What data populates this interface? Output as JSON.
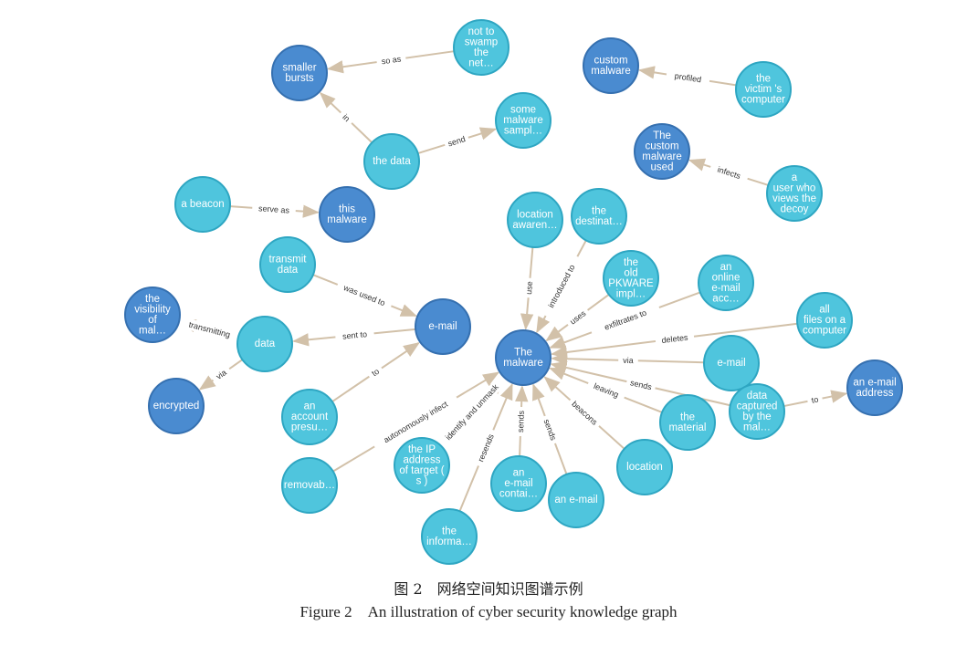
{
  "colors": {
    "entity": "#4A8BD0",
    "entity_stroke": "#3570B0",
    "value": "#4FC5DD",
    "value_stroke": "#2EA6C2",
    "edge": "#D2C1A9"
  },
  "nodes": [
    {
      "id": "smaller-bursts",
      "type": "entity",
      "lines": [
        "smaller",
        "bursts"
      ]
    },
    {
      "id": "not-to-swamp",
      "type": "value",
      "lines": [
        "not to",
        "swamp",
        "the",
        "net…"
      ]
    },
    {
      "id": "the-data",
      "type": "value",
      "lines": [
        "the data"
      ]
    },
    {
      "id": "some-malware",
      "type": "value",
      "lines": [
        "some",
        "malware",
        "sampl…"
      ]
    },
    {
      "id": "custom-malware",
      "type": "entity",
      "lines": [
        "custom",
        "malware"
      ]
    },
    {
      "id": "victims-computer",
      "type": "value",
      "lines": [
        "the",
        "victim 's",
        "computer"
      ]
    },
    {
      "id": "the-custom-malware-used",
      "type": "entity",
      "lines": [
        "The",
        "custom",
        "malware",
        "used"
      ]
    },
    {
      "id": "user-views-decoy",
      "type": "value",
      "lines": [
        "a",
        "user who",
        "views the",
        "decoy"
      ]
    },
    {
      "id": "a-beacon",
      "type": "value",
      "lines": [
        "a beacon"
      ]
    },
    {
      "id": "this-malware",
      "type": "entity",
      "lines": [
        "this",
        "malware"
      ]
    },
    {
      "id": "transmit-data",
      "type": "value",
      "lines": [
        "transmit",
        "data"
      ]
    },
    {
      "id": "email",
      "type": "entity",
      "lines": [
        "e-mail"
      ]
    },
    {
      "id": "visibility",
      "type": "entity",
      "lines": [
        "the",
        "visibility",
        "of",
        "mal…"
      ]
    },
    {
      "id": "data",
      "type": "value",
      "lines": [
        "data"
      ]
    },
    {
      "id": "encrypted",
      "type": "entity",
      "lines": [
        "encrypted"
      ]
    },
    {
      "id": "account",
      "type": "value",
      "lines": [
        "an",
        "account",
        "presu…"
      ]
    },
    {
      "id": "location-awareness",
      "type": "value",
      "lines": [
        "location",
        "awaren…"
      ]
    },
    {
      "id": "destination",
      "type": "value",
      "lines": [
        "the",
        "destinat…"
      ]
    },
    {
      "id": "pkware",
      "type": "value",
      "lines": [
        "the",
        "old",
        "PKWARE",
        "impl…"
      ]
    },
    {
      "id": "online-account",
      "type": "value",
      "lines": [
        "an",
        "online",
        "e-mail",
        "acc…"
      ]
    },
    {
      "id": "all-files",
      "type": "value",
      "lines": [
        "all",
        "files on a",
        "computer"
      ]
    },
    {
      "id": "the-malware",
      "type": "entity",
      "lines": [
        "The",
        "malware"
      ]
    },
    {
      "id": "email-2",
      "type": "value",
      "lines": [
        "e-mail"
      ]
    },
    {
      "id": "data-captured",
      "type": "value",
      "lines": [
        "data",
        "captured",
        "by the",
        "mal…"
      ]
    },
    {
      "id": "email-address",
      "type": "entity",
      "lines": [
        "an e-mail",
        "address"
      ]
    },
    {
      "id": "the-material",
      "type": "value",
      "lines": [
        "the",
        "material"
      ]
    },
    {
      "id": "location",
      "type": "value",
      "lines": [
        "location"
      ]
    },
    {
      "id": "removable",
      "type": "value",
      "lines": [
        "removab…"
      ]
    },
    {
      "id": "ip-address",
      "type": "value",
      "lines": [
        "the IP",
        "address",
        "of target (",
        "s )"
      ]
    },
    {
      "id": "email-container",
      "type": "value",
      "lines": [
        "an",
        "e-mail",
        "contai…"
      ]
    },
    {
      "id": "an-email",
      "type": "value",
      "lines": [
        "an e-mail"
      ]
    },
    {
      "id": "information",
      "type": "value",
      "lines": [
        "the",
        "informa…"
      ]
    }
  ],
  "edges": [
    {
      "from": "not-to-swamp",
      "to": "smaller-bursts",
      "label": "so as"
    },
    {
      "from": "the-data",
      "to": "smaller-bursts",
      "label": "in"
    },
    {
      "from": "the-data",
      "to": "some-malware",
      "label": "send"
    },
    {
      "from": "victims-computer",
      "to": "custom-malware",
      "label": "profiled"
    },
    {
      "from": "user-views-decoy",
      "to": "the-custom-malware-used",
      "label": "infects"
    },
    {
      "from": "a-beacon",
      "to": "this-malware",
      "label": "serve as"
    },
    {
      "from": "transmit-data",
      "to": "email",
      "label": "was used to"
    },
    {
      "from": "email",
      "to": "data",
      "label": "sent to"
    },
    {
      "from": "data",
      "to": "visibility",
      "label": "transmitting"
    },
    {
      "from": "data",
      "to": "encrypted",
      "label": "via"
    },
    {
      "from": "account",
      "to": "email",
      "label": "to"
    },
    {
      "from": "location-awareness",
      "to": "the-malware",
      "label": "use"
    },
    {
      "from": "destination",
      "to": "the-malware",
      "label": "introduced to"
    },
    {
      "from": "pkware",
      "to": "the-malware",
      "label": "uses"
    },
    {
      "from": "online-account",
      "to": "the-malware",
      "label": "exfiltrates to"
    },
    {
      "from": "all-files",
      "to": "the-malware",
      "label": "deletes"
    },
    {
      "from": "email-2",
      "to": "the-malware",
      "label": "via"
    },
    {
      "from": "data-captured",
      "to": "the-malware",
      "label": "sends"
    },
    {
      "from": "data-captured",
      "to": "email-address",
      "label": "to"
    },
    {
      "from": "the-material",
      "to": "the-malware",
      "label": "leaving"
    },
    {
      "from": "location",
      "to": "the-malware",
      "label": "beacons"
    },
    {
      "from": "removable",
      "to": "the-malware",
      "label": "autonomously infect"
    },
    {
      "from": "ip-address",
      "to": "the-malware",
      "label": "identify and unmask"
    },
    {
      "from": "email-container",
      "to": "the-malware",
      "label": "sends"
    },
    {
      "from": "an-email",
      "to": "the-malware",
      "label": "sends"
    },
    {
      "from": "information",
      "to": "the-malware",
      "label": "resends"
    }
  ],
  "caption": {
    "zh": "图 2　网络空间知识图谱示例",
    "en": "Figure 2　An illustration of cyber security knowledge graph"
  }
}
